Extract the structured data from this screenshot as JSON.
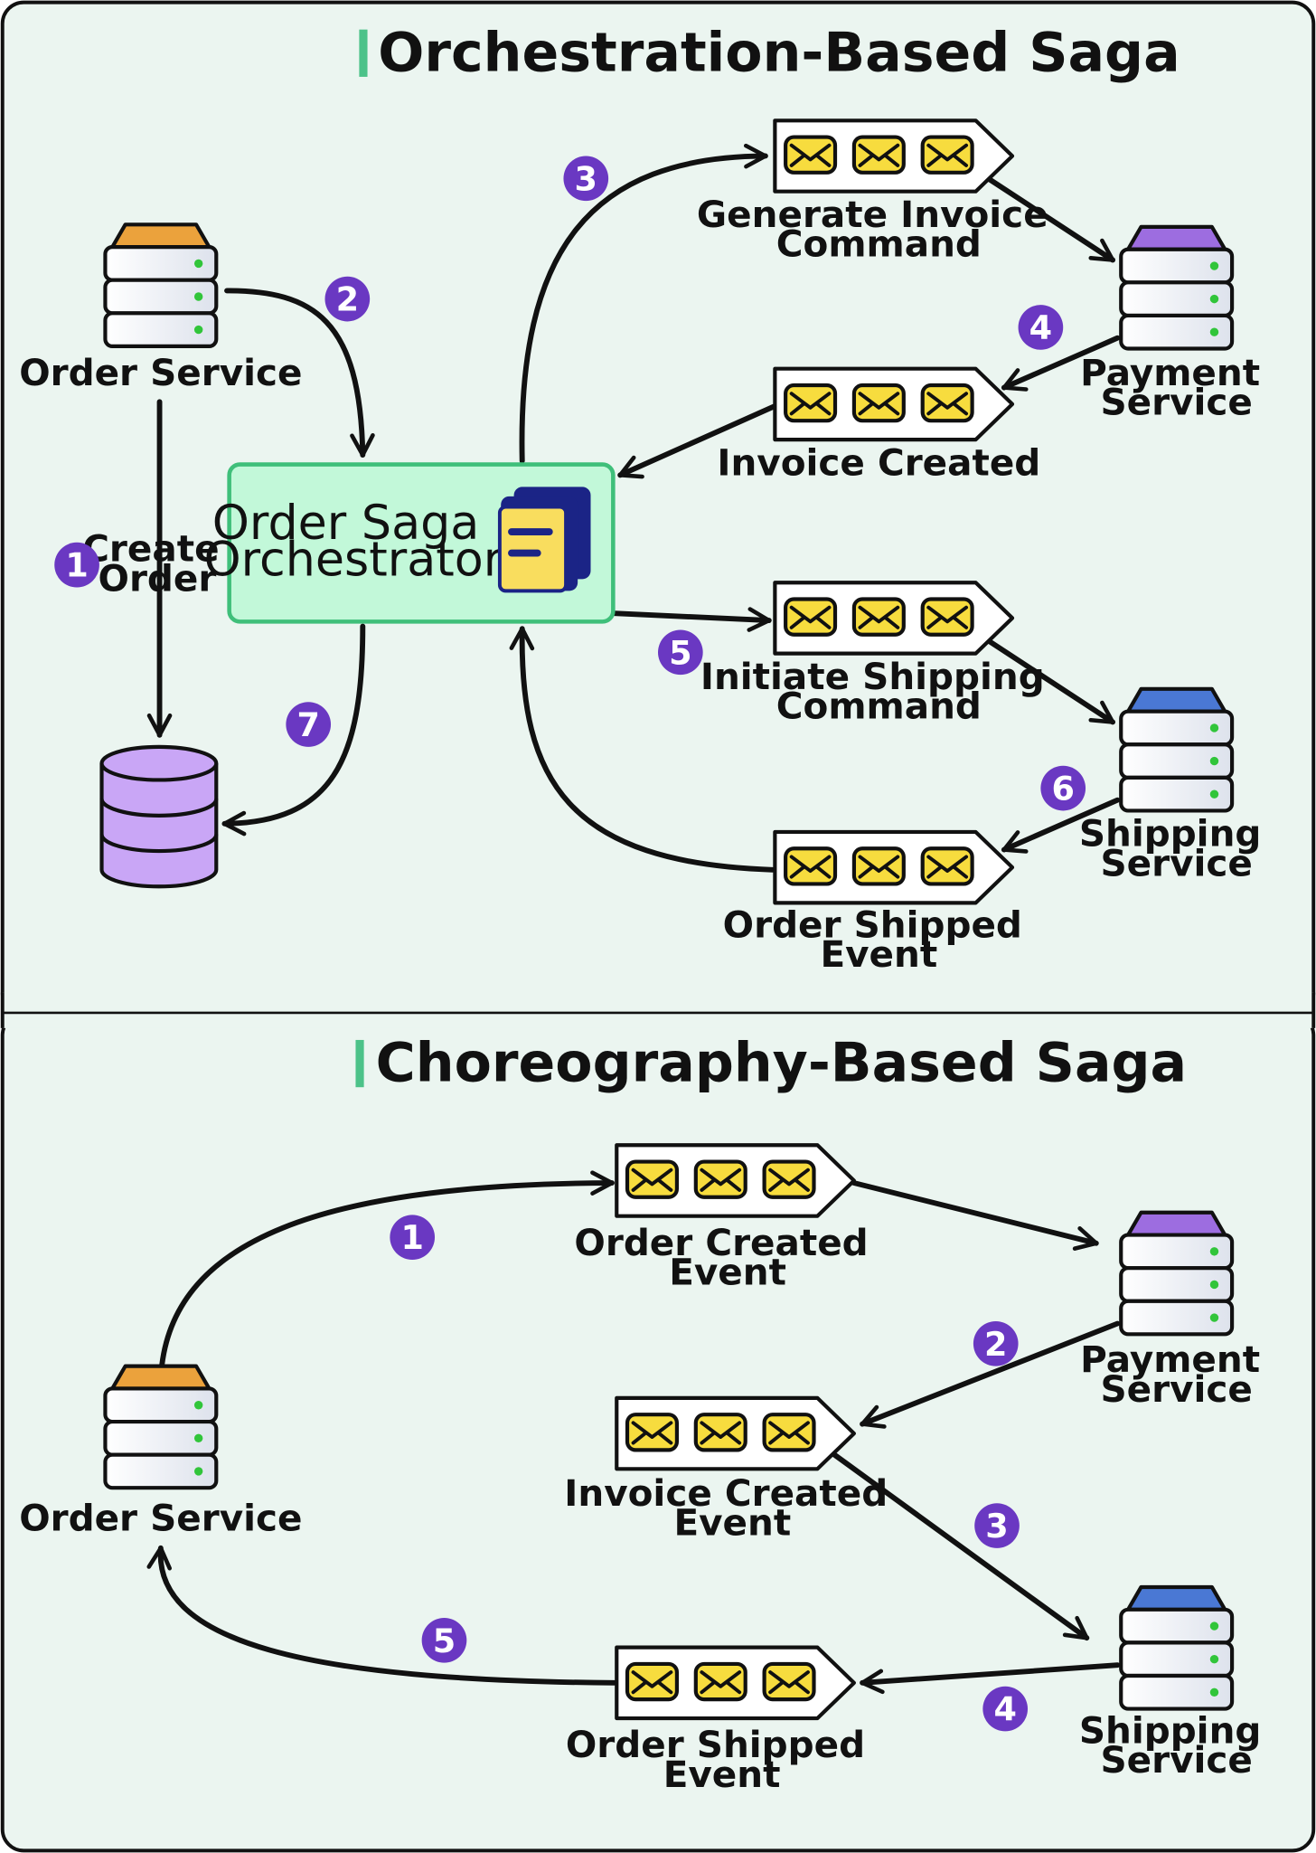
{
  "colors": {
    "panel_bg": "#ebf5f0",
    "accent_bar": "#4cc289",
    "badge": "#6a38c2",
    "envelope": "#f7dc3e",
    "orchestrator_fill": "#c2f8d9",
    "orchestrator_stroke": "#3fbf7a",
    "order_service_cap": "#eba23c",
    "payment_service_cap": "#9d6de0",
    "shipping_service_cap": "#4a78d4",
    "database": "#c9a6f6",
    "status_dot": "#31c53a"
  },
  "orchestration": {
    "title": "Orchestration-Based Saga",
    "order_service": "Order Service",
    "create_order": [
      "Create",
      "Order"
    ],
    "orchestrator": [
      "Order Saga",
      "Orchestrator"
    ],
    "orchestrator_icon": "documents-icon",
    "database_icon": "database-icon",
    "generate_invoice": [
      "Generate Invoice",
      "Command"
    ],
    "invoice_created": "Invoice Created",
    "initiate_shipping": [
      "Initiate Shipping",
      "Command"
    ],
    "order_shipped": [
      "Order Shipped",
      "Event"
    ],
    "payment_service": [
      "Payment",
      "Service"
    ],
    "shipping_service": [
      "Shipping",
      "Service"
    ],
    "steps": [
      "1",
      "2",
      "3",
      "4",
      "5",
      "6",
      "7"
    ]
  },
  "choreography": {
    "title": "Choreography-Based Saga",
    "order_service": "Order Service",
    "order_created": [
      "Order Created",
      "Event"
    ],
    "invoice_created": [
      "Invoice Created",
      "Event"
    ],
    "order_shipped": [
      "Order Shipped",
      "Event"
    ],
    "payment_service": [
      "Payment",
      "Service"
    ],
    "shipping_service": [
      "Shipping",
      "Service"
    ],
    "steps": [
      "1",
      "2",
      "3",
      "4",
      "5"
    ]
  }
}
